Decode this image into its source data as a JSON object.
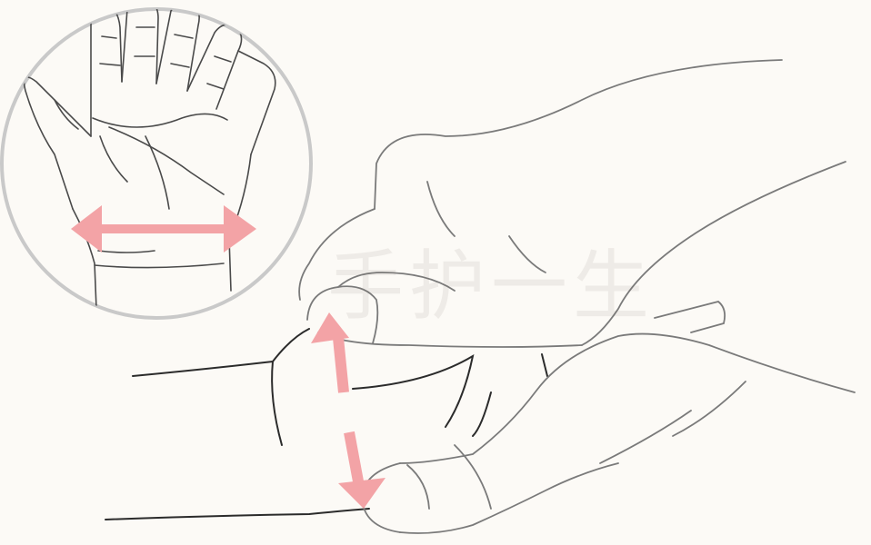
{
  "illustration": {
    "watermark_text": "手护一生"
  },
  "colors": {
    "background": "#fcfaf6",
    "line": "#2b2b2b",
    "line_light": "#9a9a9a",
    "circle": "#c9c9c9",
    "arrow": "#f3a3a6"
  },
  "icons": {
    "horizontal_arrow": "double-headed-horizontal-arrow",
    "vertical_arrow": "double-headed-vertical-arrow"
  }
}
